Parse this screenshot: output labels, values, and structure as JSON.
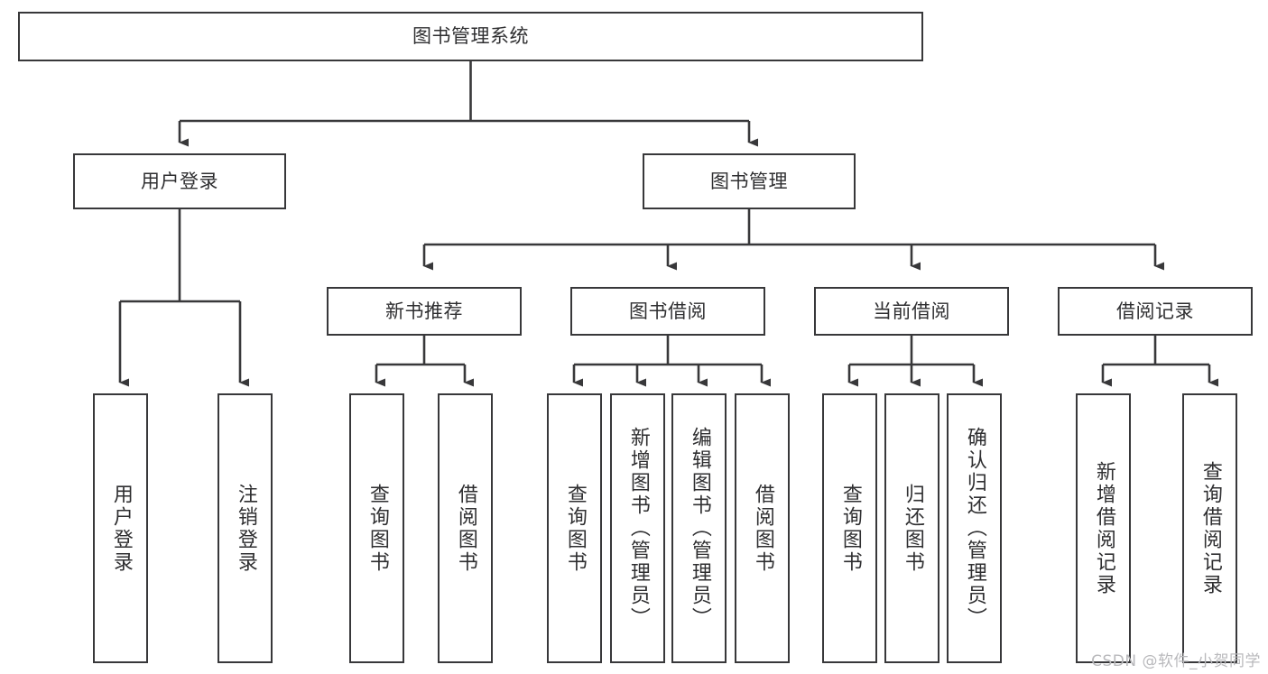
{
  "diagram": {
    "type": "tree",
    "title": "图书管理系统",
    "orientation": "top-down",
    "line_color": "#38383a",
    "box_fill": "#ffffff",
    "text_color": "#2f2f31",
    "nodes": {
      "root": {
        "label": "图书管理系统"
      },
      "tier2": [
        {
          "label": "用户登录"
        },
        {
          "label": "图书管理"
        }
      ],
      "tier3": [
        {
          "label": "新书推荐"
        },
        {
          "label": "图书借阅"
        },
        {
          "label": "当前借阅"
        },
        {
          "label": "借阅记录"
        }
      ],
      "leaves_user_login": [
        {
          "label": "用户登录"
        },
        {
          "label": "注销登录"
        }
      ],
      "leaves_new_book": [
        {
          "label": "查询图书"
        },
        {
          "label": "借阅图书"
        }
      ],
      "leaves_borrow": [
        {
          "label": "查询图书"
        },
        {
          "label": "新增图书（管理员）"
        },
        {
          "label": "编辑图书（管理员）"
        },
        {
          "label": "借阅图书"
        }
      ],
      "leaves_current": [
        {
          "label": "查询图书"
        },
        {
          "label": "归还图书"
        },
        {
          "label": "确认归还（管理员）"
        }
      ],
      "leaves_records": [
        {
          "label": "新增借阅记录"
        },
        {
          "label": "查询借阅记录"
        }
      ]
    }
  },
  "watermark": {
    "text": "CSDN @软件_小贺同学",
    "color": "#b9b9bc"
  }
}
